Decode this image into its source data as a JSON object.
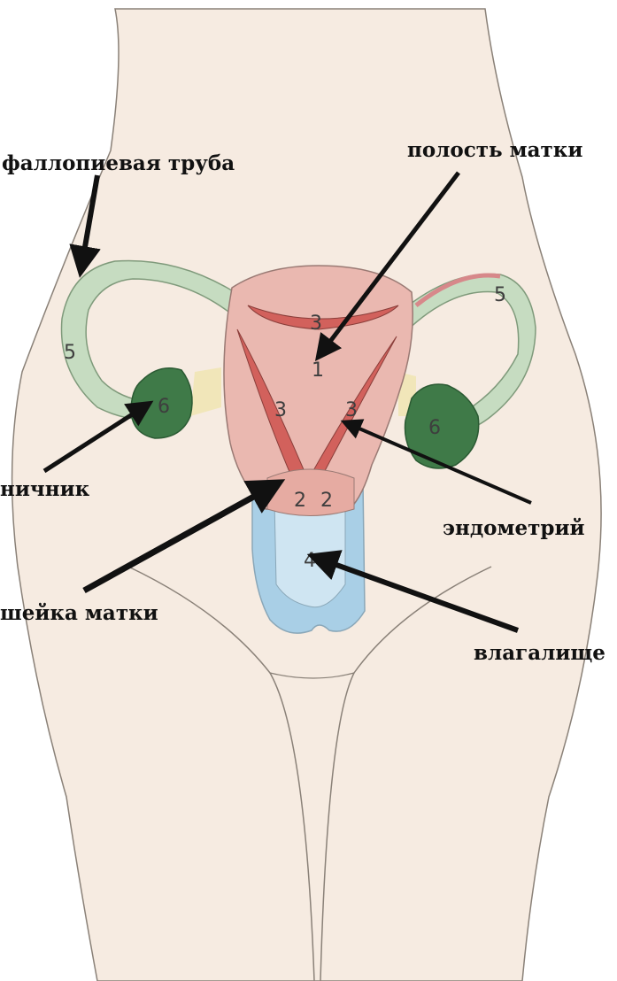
{
  "labels": {
    "fallopian_tube": "фаллопиевая труба",
    "uterine_cavity": "полость матки",
    "ovary": "ничник",
    "endometrium": "эндометрий",
    "cervix": "шейка матки",
    "vagina": "влагалище"
  },
  "numbers": {
    "n1": "1",
    "n2": "2",
    "n3": "3",
    "n4": "4",
    "n5": "5",
    "n6": "6"
  },
  "colors": {
    "skin": "#f6ebe1",
    "uterus": "#eab8b0",
    "endometrium": "#d2615c",
    "tube": "#c6dcc1",
    "ovary": "#3f7a48",
    "vagina": "#a9cfe6"
  }
}
